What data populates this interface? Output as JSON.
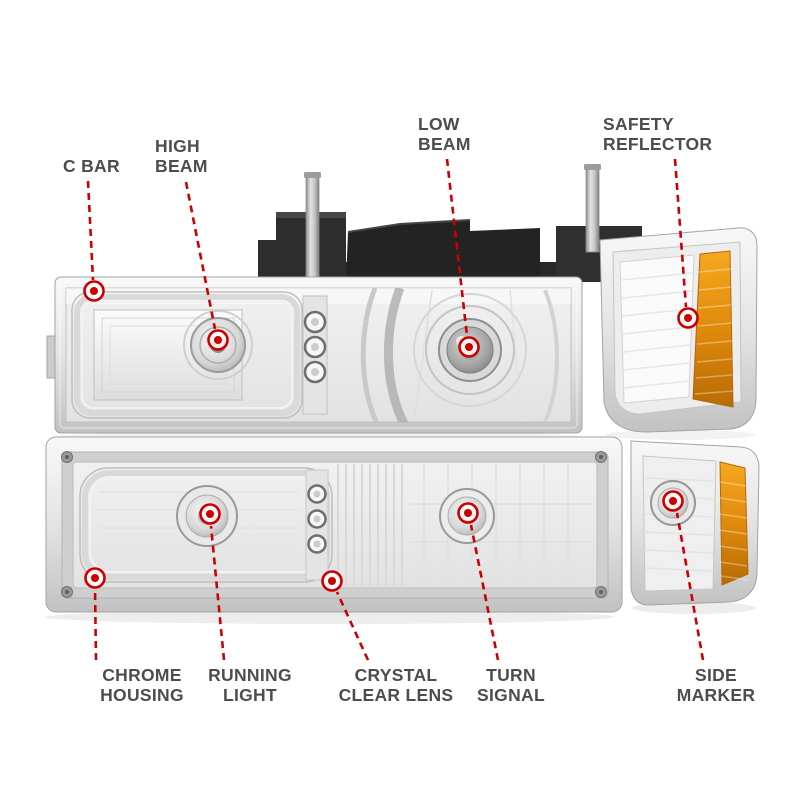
{
  "colors": {
    "background": "#ffffff",
    "accent": "#cc0000",
    "label_text": "#4d4d4d",
    "amber": "#e08a0b",
    "chrome_light": "#f2f2f2",
    "chrome_dark": "#bfbfbf"
  },
  "callouts": {
    "c_bar": {
      "lines": [
        "C BAR"
      ]
    },
    "high_beam": {
      "lines": [
        "HIGH",
        "BEAM"
      ]
    },
    "low_beam": {
      "lines": [
        "LOW",
        "BEAM"
      ]
    },
    "safety_reflector": {
      "lines": [
        "SAFETY",
        "REFLECTOR"
      ]
    },
    "chrome_housing": {
      "lines": [
        "CHROME",
        "HOUSING"
      ]
    },
    "running_light": {
      "lines": [
        "RUNNING",
        "LIGHT"
      ]
    },
    "crystal_clear_lens": {
      "lines": [
        "CRYSTAL",
        "CLEAR LENS"
      ]
    },
    "turn_signal": {
      "lines": [
        "TURN",
        "SIGNAL"
      ]
    },
    "side_marker": {
      "lines": [
        "SIDE",
        "MARKER"
      ]
    }
  }
}
